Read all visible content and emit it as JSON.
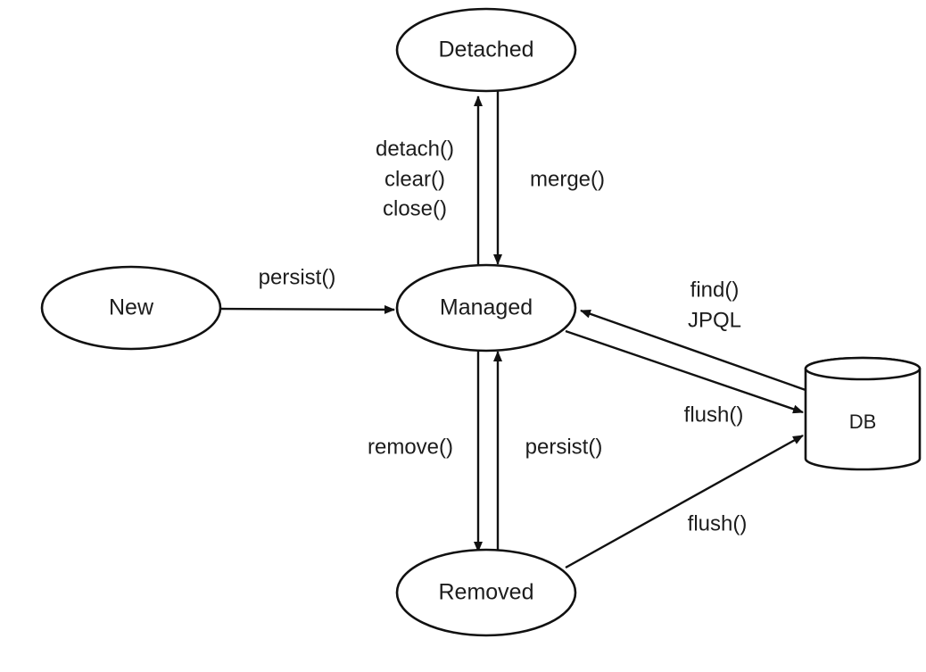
{
  "nodes": {
    "detached": "Detached",
    "new": "New",
    "managed": "Managed",
    "removed": "Removed",
    "db": "DB"
  },
  "edges": {
    "detach_label_1": "detach()",
    "detach_label_2": "clear()",
    "detach_label_3": "close()",
    "merge_label": "merge()",
    "persist_new_label": "persist()",
    "find_label_1": "find()",
    "find_label_2": "JPQL",
    "flush_managed_label": "flush()",
    "remove_label": "remove()",
    "persist_removed_label": "persist()",
    "flush_removed_label": "flush()"
  },
  "colors": {
    "stroke": "#111111",
    "text": "#1c1c1c",
    "background": "#ffffff"
  }
}
